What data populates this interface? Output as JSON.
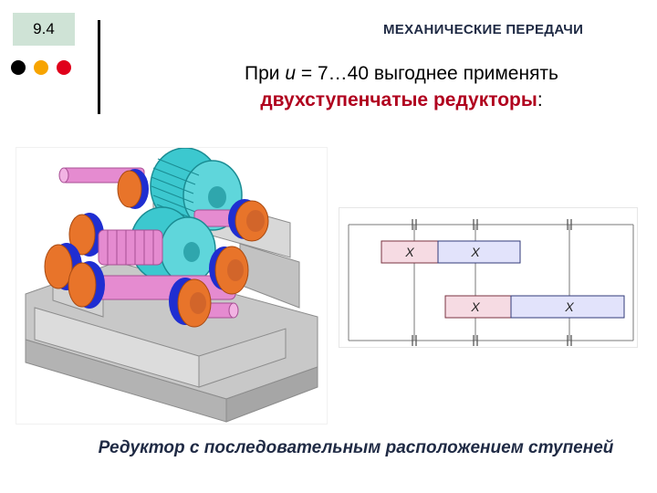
{
  "slide": {
    "number": "9.4"
  },
  "nav_dots": [
    {
      "name": "black-dot",
      "color": "#000000"
    },
    {
      "name": "orange-dot",
      "color": "#f7a400"
    },
    {
      "name": "red-dot",
      "color": "#e0001b"
    }
  ],
  "header": {
    "section_title": "МЕХАНИЧЕСКИЕ ПЕРЕДАЧИ"
  },
  "heading": {
    "prefix": "При",
    "var": "u",
    "mid": "= 7…40 выгоднее применять",
    "highlight": "двухступенчатые редукторы",
    "suffix": ":"
  },
  "scheme": {
    "gear_symbol": "X"
  },
  "caption": "Редуктор с последовательным расположением ступеней",
  "colors": {
    "cyan_gear": "#3cc8cf",
    "pink_shaft": "#e58bd0",
    "orange_bearing": "#e8742a",
    "blue_ring": "#1f2ed1",
    "housing": "#cfcfcf",
    "scheme_pink": "#f6dbe3",
    "scheme_lavender": "#e2e3fb"
  }
}
